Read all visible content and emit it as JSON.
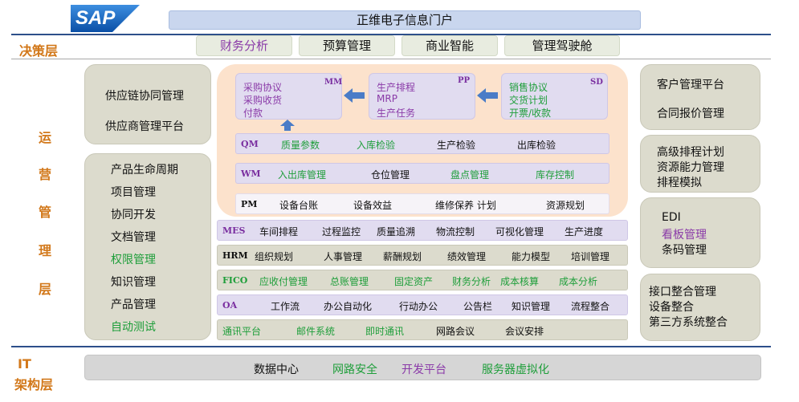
{
  "logo": "SAP",
  "portal_title": "正维电子信息门户",
  "layers": {
    "decision": "决策层",
    "operation": [
      "运",
      "营",
      "管",
      "理",
      "层"
    ],
    "it": [
      "IT",
      "架构层"
    ]
  },
  "decision_items": [
    "财务分析",
    "预算管理",
    "商业智能",
    "管理驾驶舱"
  ],
  "left_top": [
    "供应链协同管理",
    "供应商管理平台"
  ],
  "left_list": [
    "产品生命周期",
    "项目管理",
    "协同开发",
    "文档管理",
    "权限管理",
    "知识管理",
    "产品管理",
    "自动测试"
  ],
  "modules": {
    "mm": {
      "code": "MM",
      "lines": [
        "采购协议",
        "采购收货",
        "付款"
      ]
    },
    "pp": {
      "code": "PP",
      "lines": [
        "生产排程",
        "MRP",
        "生产任务"
      ]
    },
    "sd": {
      "code": "SD",
      "lines": [
        "销售协议",
        "交货计划",
        "开票/收款"
      ]
    }
  },
  "rows": {
    "qm": {
      "code": "QM",
      "items": [
        "质量参数",
        "入库检验",
        "生产检验",
        "出库检验"
      ]
    },
    "wm": {
      "code": "WM",
      "items": [
        "入出库管理",
        "仓位管理",
        "盘点管理",
        "库存控制"
      ]
    },
    "pm": {
      "code": "PM",
      "items": [
        "设备台账",
        "设备效益",
        "维修保养 计划",
        "资源规划"
      ]
    },
    "mes": {
      "code": "MES",
      "items": [
        "车间排程",
        "过程监控",
        "质量追溯",
        "物流控制",
        "可视化管理",
        "生产进度"
      ]
    },
    "hrm": {
      "code": "HRM",
      "items": [
        "组织规划",
        "人事管理",
        "薪酬规划",
        "绩效管理",
        "能力模型",
        "培训管理"
      ]
    },
    "fico": {
      "code": "FICO",
      "items": [
        "应收付管理",
        "总账管理",
        "固定资产",
        "财务分析",
        "成本核算",
        "成本分析"
      ]
    },
    "oa": {
      "code": "OA",
      "items": [
        "工作流",
        "办公自动化",
        "行动办公",
        "公告栏",
        "知识管理",
        "流程整合"
      ]
    },
    "comm": {
      "items": [
        "通讯平台",
        "邮件系统",
        "即时通讯",
        "网路会议",
        "会议安排"
      ]
    }
  },
  "right_boxes": {
    "crm": [
      "客户管理平台",
      "合同报价管理"
    ],
    "aps": [
      "高级排程计划",
      "资源能力管理",
      "排程模拟"
    ],
    "edi": [
      "EDI",
      "看板管理",
      "条码管理"
    ],
    "integ": [
      "接口整合管理",
      "设备整合",
      "第三方系统整合"
    ]
  },
  "it_items": [
    "数据中心",
    "网路安全",
    "开发平台",
    "服务器虚拟化"
  ],
  "colors": {
    "accent_orange": "#d2781a",
    "green": "#1e9e3a",
    "purple": "#8a3aa8",
    "arrow_blue": "#4a7cc7",
    "navy": "#2d4f8a"
  }
}
